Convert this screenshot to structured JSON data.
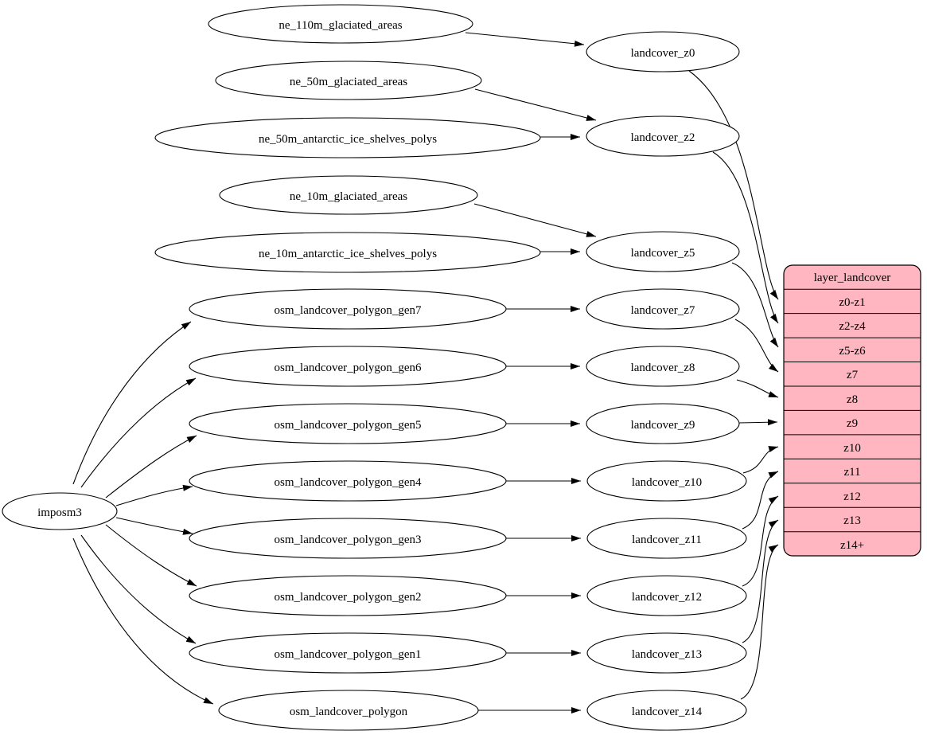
{
  "graph": {
    "background_color": "#ffffff",
    "node_fill": "#ffffff",
    "node_stroke": "#000000",
    "table_fill": "#ffb6c1",
    "nodes": {
      "imposm3": "imposm3",
      "ne_110m_glaciated_areas": "ne_110m_glaciated_areas",
      "ne_50m_glaciated_areas": "ne_50m_glaciated_areas",
      "ne_50m_antarctic_ice_shelves_polys": "ne_50m_antarctic_ice_shelves_polys",
      "ne_10m_glaciated_areas": "ne_10m_glaciated_areas",
      "ne_10m_antarctic_ice_shelves_polys": "ne_10m_antarctic_ice_shelves_polys",
      "osm_landcover_polygon_gen7": "osm_landcover_polygon_gen7",
      "osm_landcover_polygon_gen6": "osm_landcover_polygon_gen6",
      "osm_landcover_polygon_gen5": "osm_landcover_polygon_gen5",
      "osm_landcover_polygon_gen4": "osm_landcover_polygon_gen4",
      "osm_landcover_polygon_gen3": "osm_landcover_polygon_gen3",
      "osm_landcover_polygon_gen2": "osm_landcover_polygon_gen2",
      "osm_landcover_polygon_gen1": "osm_landcover_polygon_gen1",
      "osm_landcover_polygon": "osm_landcover_polygon",
      "landcover_z0": "landcover_z0",
      "landcover_z2": "landcover_z2",
      "landcover_z5": "landcover_z5",
      "landcover_z7": "landcover_z7",
      "landcover_z8": "landcover_z8",
      "landcover_z9": "landcover_z9",
      "landcover_z10": "landcover_z10",
      "landcover_z11": "landcover_z11",
      "landcover_z12": "landcover_z12",
      "landcover_z13": "landcover_z13",
      "landcover_z14": "landcover_z14"
    },
    "table": {
      "title": "layer_landcover",
      "rows": [
        "z0-z1",
        "z2-z4",
        "z5-z6",
        "z7",
        "z8",
        "z9",
        "z10",
        "z11",
        "z12",
        "z13",
        "z14+"
      ]
    },
    "edges": [
      {
        "from": "ne_110m_glaciated_areas",
        "to": "landcover_z0"
      },
      {
        "from": "ne_50m_glaciated_areas",
        "to": "landcover_z2"
      },
      {
        "from": "ne_50m_antarctic_ice_shelves_polys",
        "to": "landcover_z2"
      },
      {
        "from": "ne_10m_glaciated_areas",
        "to": "landcover_z5"
      },
      {
        "from": "ne_10m_antarctic_ice_shelves_polys",
        "to": "landcover_z5"
      },
      {
        "from": "imposm3",
        "to": "osm_landcover_polygon_gen7"
      },
      {
        "from": "imposm3",
        "to": "osm_landcover_polygon_gen6"
      },
      {
        "from": "imposm3",
        "to": "osm_landcover_polygon_gen5"
      },
      {
        "from": "imposm3",
        "to": "osm_landcover_polygon_gen4"
      },
      {
        "from": "imposm3",
        "to": "osm_landcover_polygon_gen3"
      },
      {
        "from": "imposm3",
        "to": "osm_landcover_polygon_gen2"
      },
      {
        "from": "imposm3",
        "to": "osm_landcover_polygon_gen1"
      },
      {
        "from": "imposm3",
        "to": "osm_landcover_polygon"
      },
      {
        "from": "osm_landcover_polygon_gen7",
        "to": "landcover_z7"
      },
      {
        "from": "osm_landcover_polygon_gen6",
        "to": "landcover_z8"
      },
      {
        "from": "osm_landcover_polygon_gen5",
        "to": "landcover_z9"
      },
      {
        "from": "osm_landcover_polygon_gen4",
        "to": "landcover_z10"
      },
      {
        "from": "osm_landcover_polygon_gen3",
        "to": "landcover_z11"
      },
      {
        "from": "osm_landcover_polygon_gen2",
        "to": "landcover_z12"
      },
      {
        "from": "osm_landcover_polygon_gen1",
        "to": "landcover_z13"
      },
      {
        "from": "osm_landcover_polygon",
        "to": "landcover_z14"
      },
      {
        "from": "landcover_z0",
        "to": "layer_landcover.z0-z1"
      },
      {
        "from": "landcover_z2",
        "to": "layer_landcover.z2-z4"
      },
      {
        "from": "landcover_z5",
        "to": "layer_landcover.z5-z6"
      },
      {
        "from": "landcover_z7",
        "to": "layer_landcover.z7"
      },
      {
        "from": "landcover_z8",
        "to": "layer_landcover.z8"
      },
      {
        "from": "landcover_z9",
        "to": "layer_landcover.z9"
      },
      {
        "from": "landcover_z10",
        "to": "layer_landcover.z10"
      },
      {
        "from": "landcover_z11",
        "to": "layer_landcover.z11"
      },
      {
        "from": "landcover_z12",
        "to": "layer_landcover.z12"
      },
      {
        "from": "landcover_z13",
        "to": "layer_landcover.z13"
      },
      {
        "from": "landcover_z14",
        "to": "layer_landcover.z14+"
      }
    ]
  }
}
